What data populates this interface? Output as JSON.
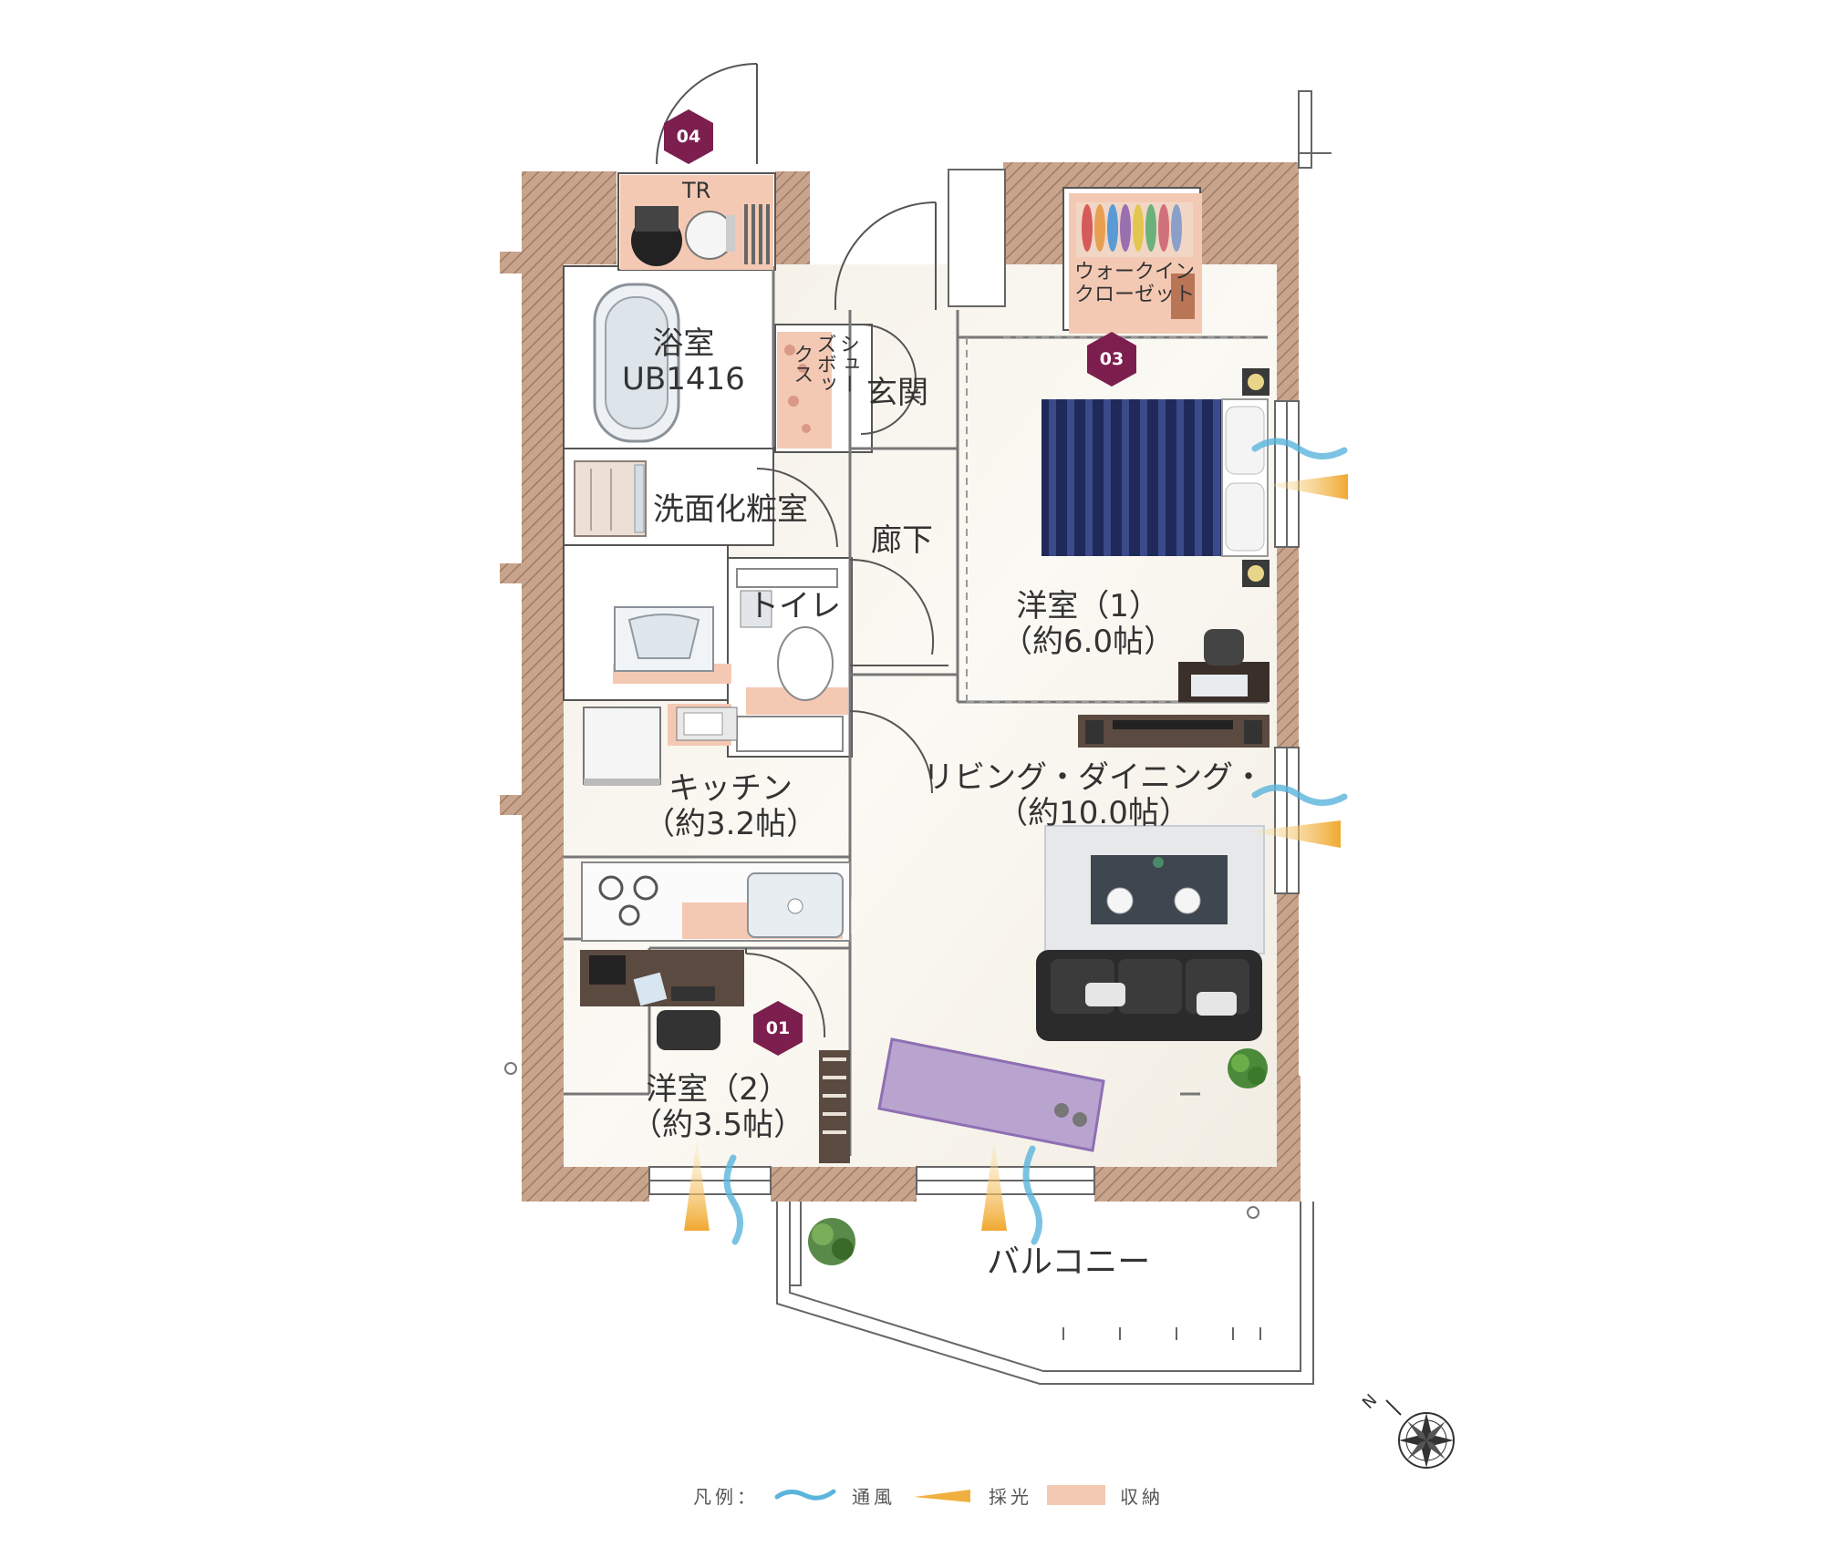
{
  "rooms": {
    "tr": "TR",
    "bath": [
      "浴室",
      "UB1416"
    ],
    "shoe_box": [
      "シュー",
      "ズボッ",
      "クス"
    ],
    "entrance": "玄関",
    "walkin": [
      "ウォークイン",
      "クローゼット"
    ],
    "washroom": "洗面化粧室",
    "hallway": "廊下",
    "toilet": "トイレ",
    "western1": [
      "洋室（1）",
      "（約6.0帖）"
    ],
    "living": [
      "リビング・ダイニング・",
      "（約10.0帖）"
    ],
    "kitchen": [
      "キッチン",
      "（約3.2帖）"
    ],
    "western2": [
      "洋室（2）",
      "（約3.5帖）"
    ],
    "balcony": "バルコニー"
  },
  "badges": {
    "b01": "01",
    "b03": "03",
    "b04": "04"
  },
  "legend": {
    "title": "凡例：",
    "ventilation": "通風",
    "lighting": "採光",
    "storage": "収納"
  },
  "colors": {
    "wall": "#c49d84",
    "floor": "#f6f2ea",
    "storage": "#f4c9b4",
    "badge": "#7d1f4e",
    "wind": "#5ab4dc",
    "light": "#f0b040"
  },
  "compass": "N"
}
